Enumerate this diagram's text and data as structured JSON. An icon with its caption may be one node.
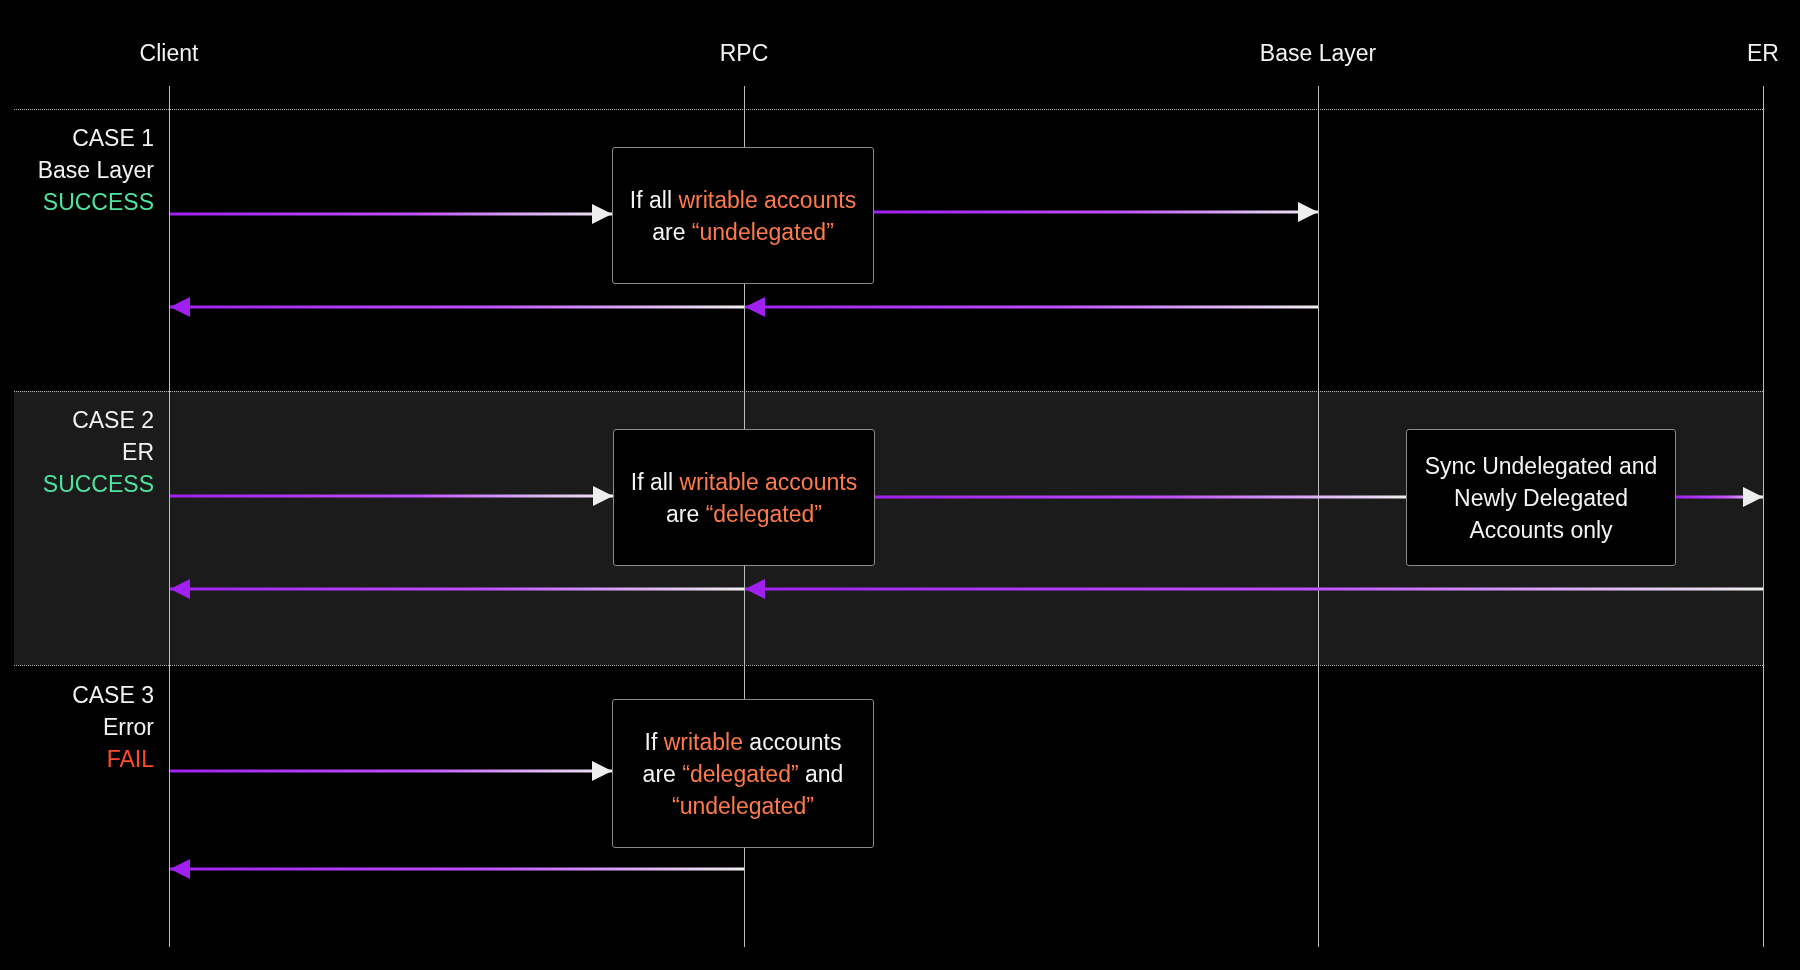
{
  "diagram": {
    "nodes": [
      {
        "text": [],
        "shape": "line",
        "beside": [
          "Client"
        ]
      },
      {
        "text": [],
        "shape": "line",
        "beside": [
          "RPC"
        ]
      },
      {
        "text": [],
        "shape": "line",
        "beside": [
          "Base Layer"
        ]
      },
      {
        "text": [],
        "shape": "line",
        "beside": [
          "ER"
        ]
      },
      {
        "text": [
          "If all **writable accounts** are **“undelegated”**"
        ]
      },
      {
        "text": [
          "If all **writable accounts** are **“delegated”**"
        ]
      },
      {
        "text": [
          "Sync Undelegated and Newly Delegated Accounts only"
        ]
      },
      {
        "text": [
          "If **writable** accounts are **“delegated”** and **“undelegated”**"
        ]
      }
    ],
    "edges": [
      {
        "from": 0,
        "to": 4,
        "arrow": "to"
      },
      {
        "from": 4,
        "to": 2,
        "arrow": "to"
      },
      {
        "from": 2,
        "to": 1,
        "arrow": "to"
      },
      {
        "from": 1,
        "to": 0,
        "arrow": "to"
      },
      {
        "from": 0,
        "to": 5,
        "arrow": "to"
      },
      {
        "from": 5,
        "to": 6,
        "arrow": "none"
      },
      {
        "from": 6,
        "to": 3,
        "arrow": "to"
      },
      {
        "from": 3,
        "to": 1,
        "arrow": "to"
      },
      {
        "from": 1,
        "to": 0,
        "arrow": "to"
      },
      {
        "from": 0,
        "to": 7,
        "arrow": "to"
      },
      {
        "from": 1,
        "to": 0,
        "arrow": "to"
      }
    ],
    "labels": [
      "CASE 1",
      "Base Layer",
      "SUCCESS",
      "CASE 2",
      "ER",
      "SUCCESS",
      "CASE 3",
      "Error",
      "FAIL"
    ]
  }
}
